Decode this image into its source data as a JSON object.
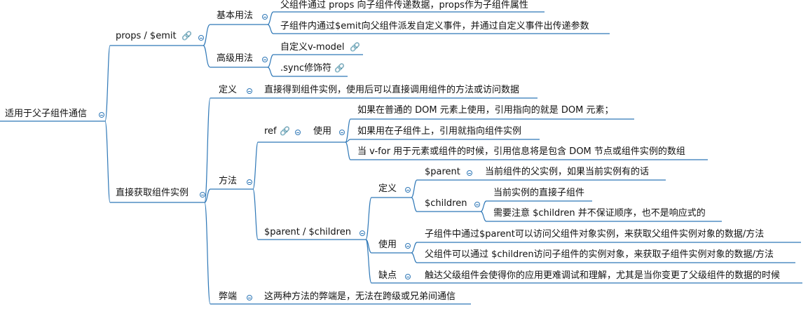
{
  "mindmap": {
    "root": "适用于父子组件通信",
    "props_emit": {
      "label": "props / $emit",
      "basic": {
        "label": "基本用法",
        "items": [
          "父组件通过 props 向子组件传递数据，props作为子组件属性",
          "子组件内通过$emit向父组件派发自定义事件，并通过自定义事件出传递参数"
        ]
      },
      "advanced": {
        "label": "高级用法",
        "items": [
          "自定义v-model",
          ".sync修饰符"
        ]
      }
    },
    "direct": {
      "label": "直接获取组件实例",
      "definition": {
        "label": "定义",
        "text": "直接得到组件实例，使用后可以直接调用组件的方法或访问数据"
      },
      "method": {
        "label": "方法",
        "ref": {
          "label": "ref",
          "usage": {
            "label": "使用",
            "items": [
              "如果在普通的 DOM 元素上使用，引用指向的就是 DOM 元素；",
              "如果用在子组件上，引用就指向组件实例",
              "当 v-for 用于元素或组件的时候，引用信息将是包含 DOM 节点或组件实例的数组"
            ]
          }
        },
        "parent_children": {
          "label": "$parent / $children",
          "definition": {
            "label": "定义",
            "parent": {
              "label": "$parent",
              "text": "当前组件的父实例，如果当前实例有的话"
            },
            "children": {
              "label": "$children",
              "items": [
                "当前实例的直接子组件",
                "需要注意 $children 并不保证顺序，也不是响应式的"
              ]
            }
          },
          "usage": {
            "label": "使用",
            "items": [
              "子组件中通过$parent可以访问父组件对象实例，来获取父组件实例对象的数据/方法",
              "父组件可以通过 $children访问子组件的实例对象，来获取子组件实例对象的数据/方法"
            ]
          },
          "drawback": {
            "label": "缺点",
            "text": "触达父级组件会使得你的应用更难调试和理解，尤其是当你变更了父级组件的数据的时候"
          }
        }
      },
      "drawback": {
        "label": "弊端",
        "text": "这两种方法的弊端是，无法在跨级或兄弟间通信"
      }
    }
  },
  "colors": {
    "line": "#2f78b7",
    "text": "#111111"
  },
  "icons": {
    "link": "link-icon",
    "collapse": "collapse-toggle-icon"
  }
}
